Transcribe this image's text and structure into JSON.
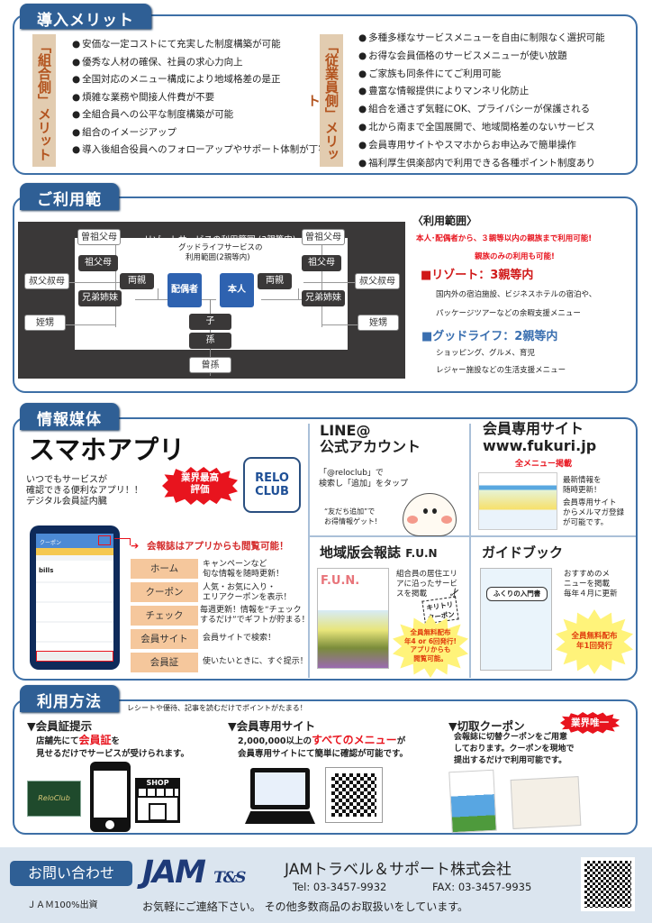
{
  "merit": {
    "tab": "導入メリット",
    "union": {
      "label": "「組合側」メリット",
      "items": [
        "安価な一定コストにて充実した制度構築が可能",
        "優秀な人材の確保、社員の求心力向上",
        "全国対応のメニュー構成により地域格差の是正",
        "煩雑な業務や間接人件費が不要",
        "全組合員への公平な制度構築が可能",
        "組合のイメージアップ",
        "導入後組合役員へのフォローアップやサポート体制が丁寧"
      ]
    },
    "employee": {
      "label": "「従業員側」メリット",
      "items": [
        "多種多様なサービスメニューを自由に制限なく選択可能",
        "お得な会員価格のサービスメニューが使い放題",
        "ご家族も同条件にてご利用可能",
        "豊富な情報提供によりマンネリ化防止",
        "組合を通さず気軽にOK、プライバシーが保護される",
        "北から南まで全国展開で、地域間格差のないサービス",
        "会員専用サイトやスマホからお申込みで簡単操作",
        "福利厚生倶楽部内で利用できる各種ポイント制度あり"
      ]
    }
  },
  "range": {
    "tab": "ご利用範囲",
    "diagram": {
      "resort_caption": "リゾートサービスの利用範囲 (3親等内)",
      "goodlife_caption_1": "グッドライフサービスの",
      "goodlife_caption_2": "利用範囲(2親等内)",
      "great_grandparents": "曽祖父母",
      "grandparents": "祖父母",
      "uncle_aunt": "叔父叔母",
      "parents": "両親",
      "siblings": "兄弟姉妹",
      "nephew_niece": "姪甥",
      "spouse": "配偶者",
      "self": "本人",
      "child": "子",
      "grandchild": "孫",
      "great_grandchild": "曾孫"
    },
    "heading": "〈利用範囲〉",
    "note1": "本人･配偶者から、３親等以内の親族まで利用可能!",
    "note2": "親族のみの利用も可能!",
    "resort_title": "■リゾート：3親等内",
    "resort_desc": [
      "国内外の宿泊施設、ビジネスホテルの宿泊や、",
      "パッケージツアーなどの余暇支援メニュー"
    ],
    "goodlife_title": "■グッドライフ：2親等内",
    "goodlife_desc": [
      "ショッピング、グルメ、育児",
      "レジャー施設などの生活支援メニュー"
    ]
  },
  "media": {
    "tab": "情報媒体",
    "app": {
      "title": "スマホアプリ",
      "desc": [
        "いつでもサービスが",
        "確認できる便利なアプリ！！",
        "デジタル会員証内臓"
      ],
      "badge": [
        "業界最高",
        "評価"
      ],
      "logo": [
        "RELO",
        "CLUB"
      ],
      "callout": "会報誌はアプリからも閲覧可能！",
      "phone_header": "クーポン",
      "phone_brand": "bills",
      "features": [
        {
          "label": "ホーム",
          "desc": [
            "キャンペーンなど",
            "旬な情報を随時更新！"
          ]
        },
        {
          "label": "クーポン",
          "desc": [
            "人気・お気に入り・",
            "エリアクーポンを表示！"
          ]
        },
        {
          "label": "チェック",
          "desc": [
            "毎週更新！情報を“チェック",
            "するだけ”でギフトが貯まる！"
          ]
        },
        {
          "label": "会員サイト",
          "desc": [
            "会員サイトで検索！"
          ]
        },
        {
          "label": "会員証",
          "desc": [
            "使いたいときに、すぐ提示！"
          ]
        }
      ]
    },
    "line": {
      "title": [
        "LINE@",
        "公式アカウント"
      ],
      "desc": [
        "「@reloclub」で",
        "検索し「追加」をタップ"
      ],
      "sub": [
        "“友だち追加”で",
        "お得情報ゲット!"
      ]
    },
    "site": {
      "title": [
        "会員専用サイト",
        "www.fukuri.jp"
      ],
      "tag": "全メニュー掲載",
      "desc1": [
        "最新情報を",
        "随時更新！"
      ],
      "desc2": [
        "会員専用サイト",
        "からメルマガ登録",
        "が可能です。"
      ]
    },
    "fun": {
      "title": "地域版会報誌",
      "title_en": "F.U.N",
      "desc": [
        "組合員の居住エリ",
        "アに沿ったサービ",
        "スを掲載"
      ],
      "coupon": [
        "キリトリ",
        "クーポン"
      ],
      "burst": [
        "全員無料配布",
        "年4 or 6回発行!",
        "アプリからも",
        "閲覧可能。"
      ],
      "cover_title": "F.U.N."
    },
    "guide": {
      "title": "ガイドブック",
      "desc": [
        "おすすめのメ",
        "ニューを掲載",
        "毎年４月に更新"
      ],
      "burst": [
        "全員無料配布",
        "年1回発行"
      ],
      "cover_title": "ふくりの入門書"
    }
  },
  "usage": {
    "tab": "利用方法",
    "subtitle": "レシートや優待、記事を読むだけでポイントがたまる！",
    "card": {
      "title": "▼会員証提示",
      "line1_pre": "店舗先にて",
      "line1_hl": "会員証",
      "line1_post": "を",
      "line2": "見せるだけでサービスが受けられます。",
      "card_text": "ReloClub",
      "shop": "SHOP"
    },
    "site": {
      "title": "▼会員専用サイト",
      "line1_pre": "2,000,000以上の",
      "line1_hl": "すべてのメニュー",
      "line1_post": "が",
      "line2": "会員専用サイトにて簡単に確認が可能です。"
    },
    "coupon": {
      "title": "▼切取クーポン",
      "badge": "業界唯一",
      "desc": [
        "会報誌に切替クーポンをご用意",
        "しております。クーポンを現地で",
        "提出するだけで利用可能です。"
      ]
    }
  },
  "footer": {
    "contact": "お問い合わせ",
    "note": "ＪＡＭ100%出資",
    "logo": "JAM",
    "logo_sub": "T&S",
    "company": "JAMトラベル＆サポート株式会社",
    "tel": "Tel: 03-3457-9932",
    "fax": "FAX: 03-3457-9935",
    "message_1": "お気軽にご連絡下さい。",
    "message_2": "その他多数商品のお取扱いをしています。"
  },
  "colors": {
    "accent": "#2f5f95",
    "border": "#3d6fa6",
    "red": "#e8141e",
    "orange": "#f5c79c",
    "tan": "#e2ccb0"
  }
}
